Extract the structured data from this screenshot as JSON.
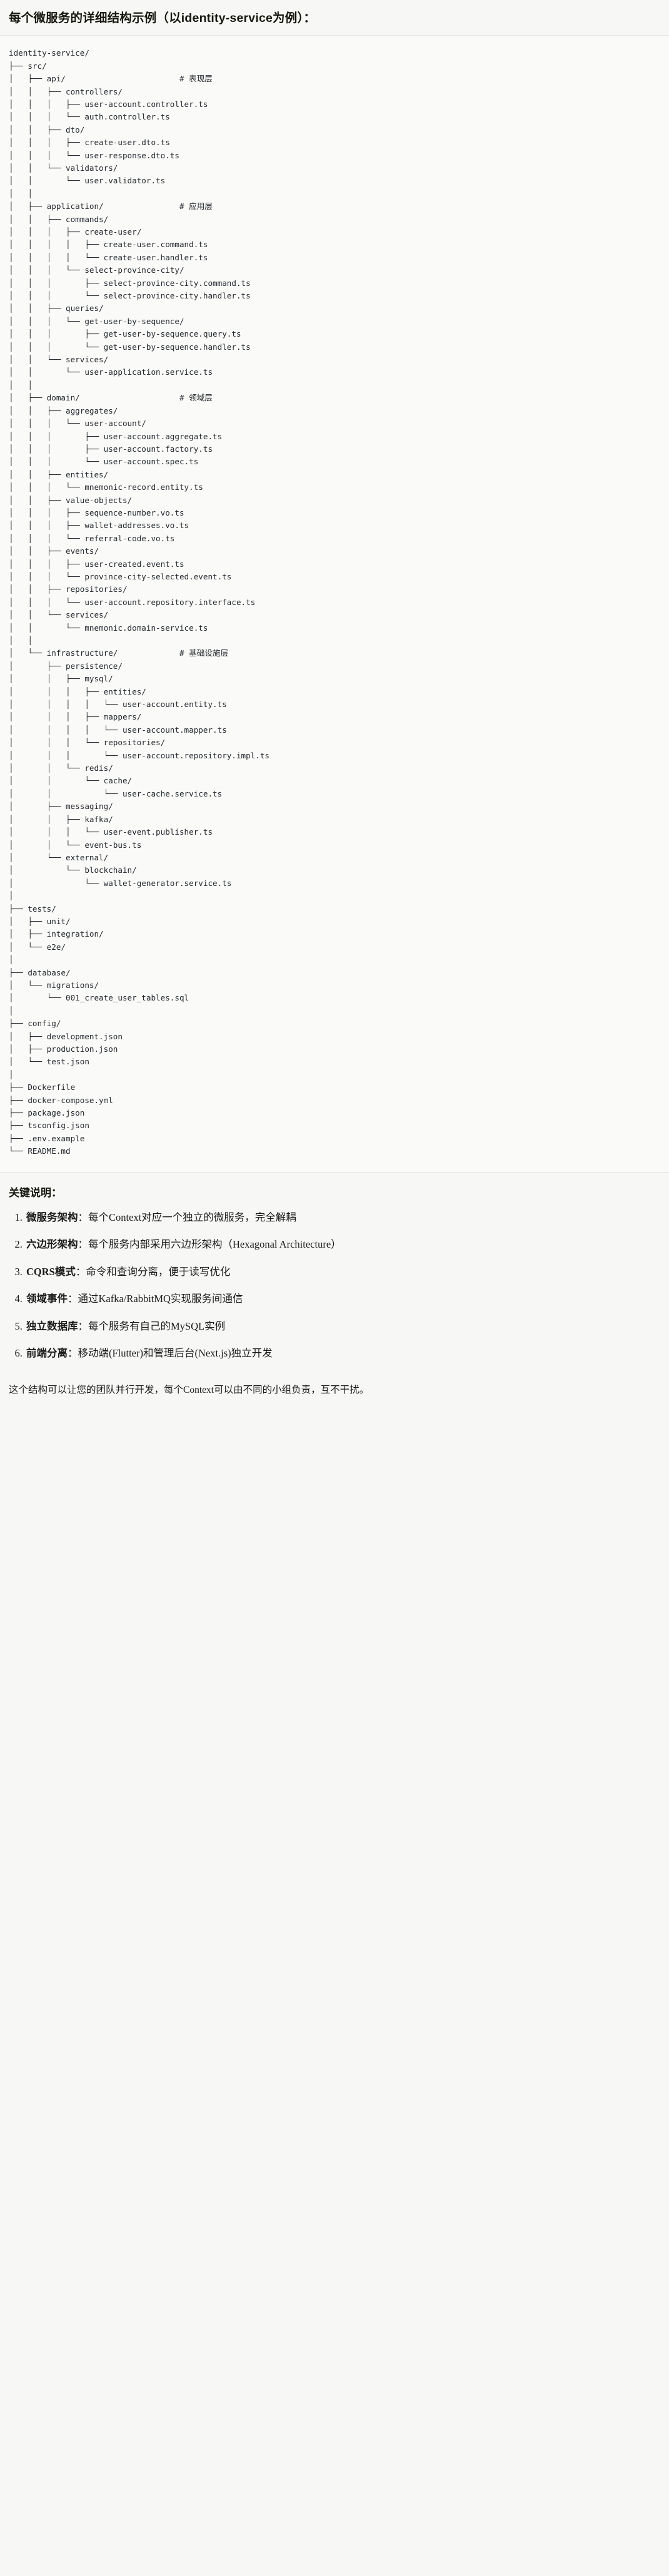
{
  "document": {
    "title": "每个微服务的详细结构示例（以identity-service为例）："
  },
  "tree": {
    "root_label": "identity-service/",
    "text": "identity-service/\n├── src/\n│   ├── api/                        # 表现层\n│   │   ├── controllers/\n│   │   │   ├── user-account.controller.ts\n│   │   │   └── auth.controller.ts\n│   │   ├── dto/\n│   │   │   ├── create-user.dto.ts\n│   │   │   └── user-response.dto.ts\n│   │   └── validators/\n│   │       └── user.validator.ts\n│   │\n│   ├── application/                # 应用层\n│   │   ├── commands/\n│   │   │   ├── create-user/\n│   │   │   │   ├── create-user.command.ts\n│   │   │   │   └── create-user.handler.ts\n│   │   │   └── select-province-city/\n│   │   │       ├── select-province-city.command.ts\n│   │   │       └── select-province-city.handler.ts\n│   │   ├── queries/\n│   │   │   └── get-user-by-sequence/\n│   │   │       ├── get-user-by-sequence.query.ts\n│   │   │       └── get-user-by-sequence.handler.ts\n│   │   └── services/\n│   │       └── user-application.service.ts\n│   │\n│   ├── domain/                     # 领域层\n│   │   ├── aggregates/\n│   │   │   └── user-account/\n│   │   │       ├── user-account.aggregate.ts\n│   │   │       ├── user-account.factory.ts\n│   │   │       └── user-account.spec.ts\n│   │   ├── entities/\n│   │   │   └── mnemonic-record.entity.ts\n│   │   ├── value-objects/\n│   │   │   ├── sequence-number.vo.ts\n│   │   │   ├── wallet-addresses.vo.ts\n│   │   │   └── referral-code.vo.ts\n│   │   ├── events/\n│   │   │   ├── user-created.event.ts\n│   │   │   └── province-city-selected.event.ts\n│   │   ├── repositories/\n│   │   │   └── user-account.repository.interface.ts\n│   │   └── services/\n│   │       └── mnemonic.domain-service.ts\n│   │\n│   └── infrastructure/             # 基础设施层\n│       ├── persistence/\n│       │   ├── mysql/\n│       │   │   ├── entities/\n│       │   │   │   └── user-account.entity.ts\n│       │   │   ├── mappers/\n│       │   │   │   └── user-account.mapper.ts\n│       │   │   └── repositories/\n│       │   │       └── user-account.repository.impl.ts\n│       │   └── redis/\n│       │       └── cache/\n│       │           └── user-cache.service.ts\n│       ├── messaging/\n│       │   ├── kafka/\n│       │   │   └── user-event.publisher.ts\n│       │   └── event-bus.ts\n│       └── external/\n│           └── blockchain/\n│               └── wallet-generator.service.ts\n│\n├── tests/\n│   ├── unit/\n│   ├── integration/\n│   └── e2e/\n│\n├── database/\n│   └── migrations/\n│       └── 001_create_user_tables.sql\n│\n├── config/\n│   ├── development.json\n│   ├── production.json\n│   └── test.json\n│\n├── Dockerfile\n├── docker-compose.yml\n├── package.json\n├── tsconfig.json\n├── .env.example\n└── README.md"
  },
  "notes": {
    "heading": "关键说明：",
    "items": [
      {
        "term": "微服务架构",
        "separator": "：",
        "description": "每个Context对应一个独立的微服务，完全解耦"
      },
      {
        "term": "六边形架构",
        "separator": "：",
        "description": "每个服务内部采用六边形架构（Hexagonal Architecture）"
      },
      {
        "term": "CQRS模式",
        "separator": "：",
        "description": "命令和查询分离，便于读写优化"
      },
      {
        "term": "领域事件",
        "separator": "：",
        "description": "通过Kafka/RabbitMQ实现服务间通信"
      },
      {
        "term": "独立数据库",
        "separator": "：",
        "description": "每个服务有自己的MySQL实例"
      },
      {
        "term": "前端分离",
        "separator": "：",
        "description": "移动端(Flutter)和管理后台(Next.js)独立开发"
      }
    ],
    "closing": "这个结构可以让您的团队并行开发，每个Context可以由不同的小组负责，互不干扰。"
  },
  "colors": {
    "page_background": "#f7f7f5",
    "code_background": "#fafaf8",
    "text": "#1b1b1a",
    "code_text": "#24292e",
    "divider": "#e6e5e1"
  }
}
